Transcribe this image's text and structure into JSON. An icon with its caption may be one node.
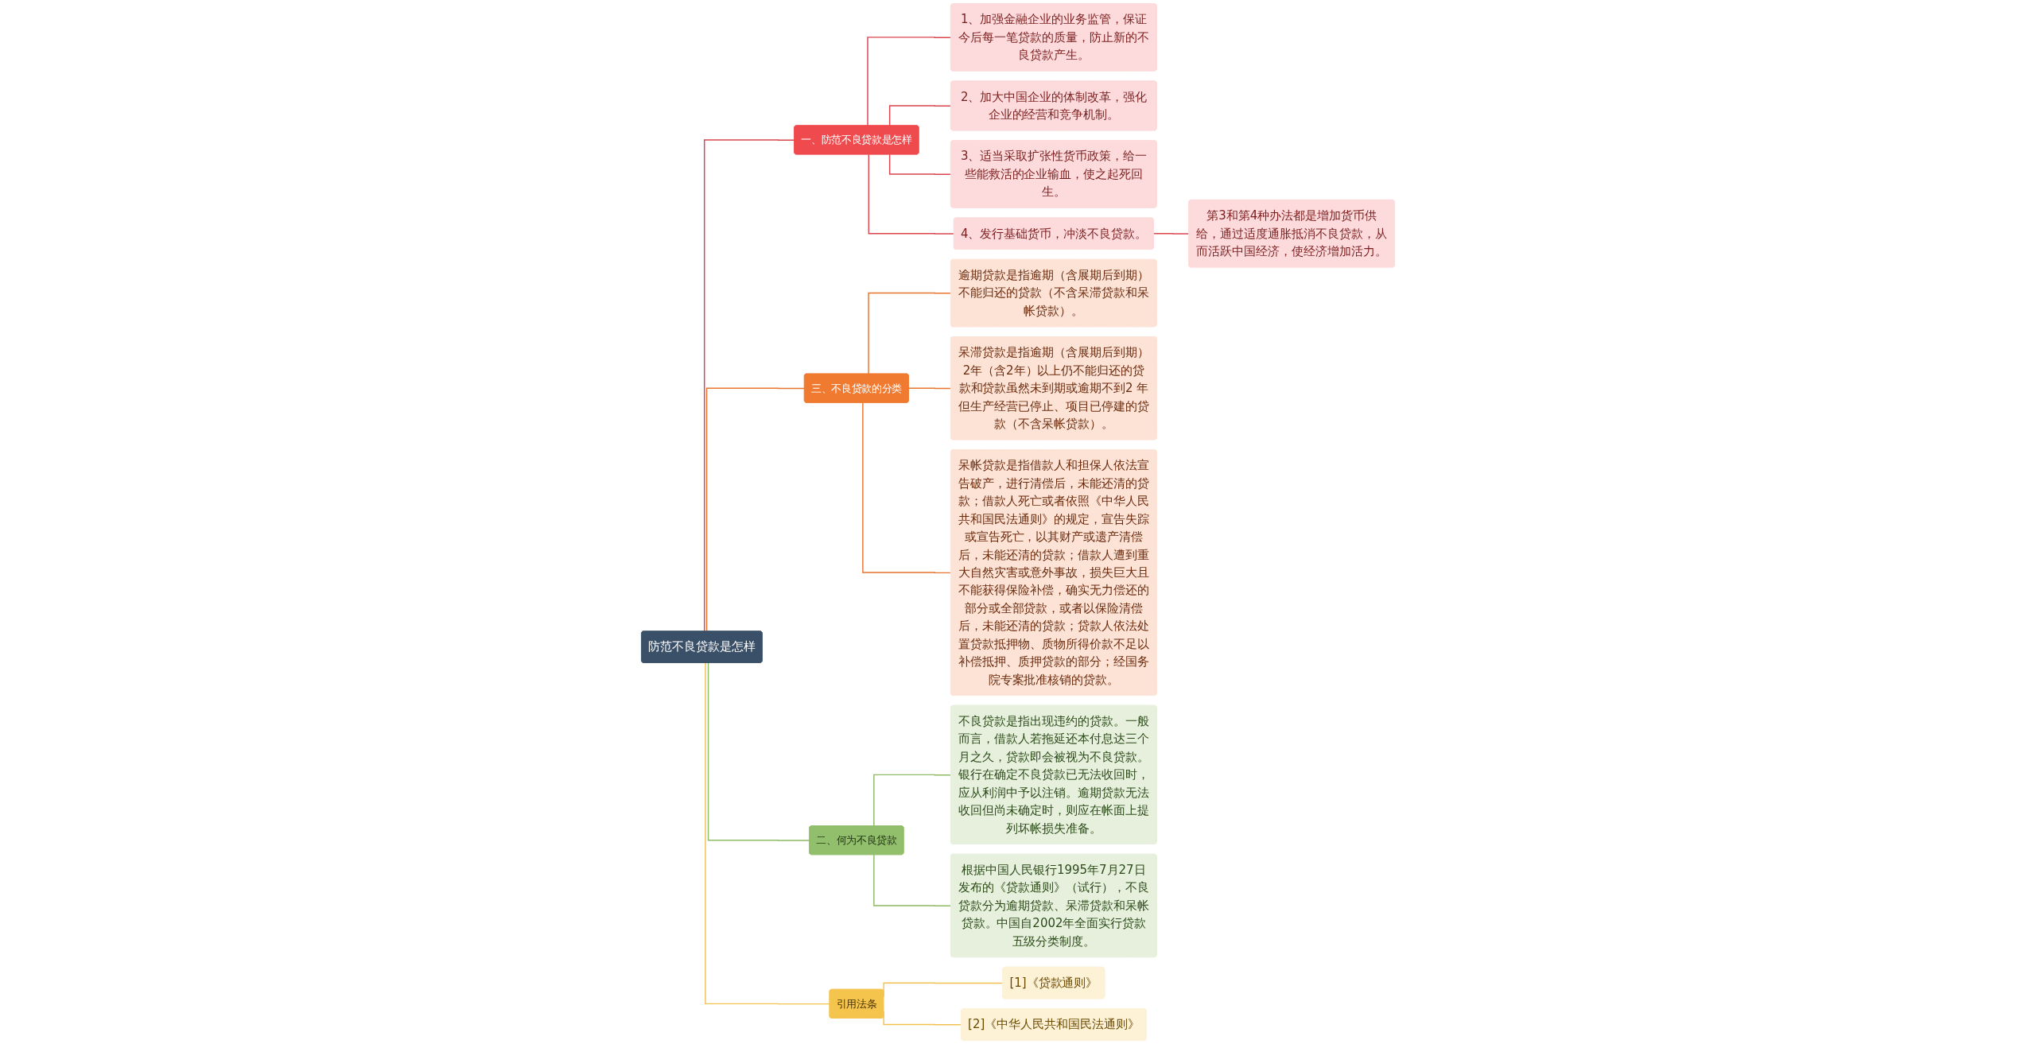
{
  "diagram": {
    "nodes": [
      {
        "text": [
          "防范不良贷款是怎样"
        ]
      },
      {
        "text": [
          "一、防范不良贷款是怎样"
        ]
      },
      {
        "text": [
          "1、加强金融企业的业务监管，保证今后每一笔贷款的质量，防止新的不良贷款产生。"
        ]
      },
      {
        "text": [
          "2、加大中国企业的体制改革，强化企业的经营和竞争机制。"
        ]
      },
      {
        "text": [
          "3、适当采取扩张性货币政策，给一些能救活的企业输血，使之起死回生。"
        ]
      },
      {
        "text": [
          "4、发行基础货币，冲淡不良贷款。"
        ]
      },
      {
        "text": [
          "第3和第4种办法都是增加货币供给，通过适度通胀抵消不良贷款，从而活跃中国经济，使经济增加活力。"
        ]
      },
      {
        "text": [
          "三、不良贷款的分类"
        ]
      },
      {
        "text": [
          "逾期贷款是指逾期（含展期后到期）不能归还的贷款（不含呆滞贷款和呆帐贷款）。"
        ]
      },
      {
        "text": [
          "呆滞贷款是指逾期（含展期后到期）2年（含2年）以上仍不能归还的贷款和贷款虽然未到期或逾期不到2 年但生产经营已停止、项目已停建的贷款（不含呆帐贷款）。"
        ]
      },
      {
        "text": [
          "呆帐贷款是指借款人和担保人依法宣告破产，进行清偿后，未能还清的贷款；借款人死亡或者依照《中华人民共和国民法通则》的规定，宣告失踪或宣告死亡，以其财产或遗产清偿后，未能还清的贷款；借款人遭到重大自然灾害或意外事故，损失巨大且不能获得保险补偿，确实无力偿还的部分或全部贷款，或者以保险清偿后，未能还清的贷款；贷款人依法处置贷款抵押物、质物所得价款不足以补偿抵押、质押贷款的部分；经国务院专案批准核销的贷款。"
        ]
      },
      {
        "text": [
          "二、何为不良贷款"
        ]
      },
      {
        "text": [
          "不良贷款是指出现违约的贷款。一般而言，借款人若拖延还本付息达三个月之久，贷款即会被视为不良贷款。银行在确定不良贷款已无法收回时，应从利润中予以注销。逾期贷款无法收回但尚未确定时，则应在帐面上提列坏帐损失准备。"
        ]
      },
      {
        "text": [
          "根据中国人民银行1995年7月27日发布的《贷款通则》（试行），不良贷款分为逾期贷款、呆滞贷款和呆帐贷款。中国自2002年全面实行贷款五级分类制度。"
        ]
      },
      {
        "text": [
          "引用法条"
        ]
      },
      {
        "text": [
          "[1]《贷款通则》"
        ]
      },
      {
        "text": [
          "[2]《中华人民共和国民法通则》"
        ]
      }
    ],
    "edges": [
      {
        "from": 0,
        "to": 1,
        "arrow": "none"
      },
      {
        "from": 1,
        "to": 2,
        "arrow": "none"
      },
      {
        "from": 1,
        "to": 3,
        "arrow": "none"
      },
      {
        "from": 1,
        "to": 4,
        "arrow": "none"
      },
      {
        "from": 1,
        "to": 5,
        "arrow": "none"
      },
      {
        "from": 5,
        "to": 6,
        "arrow": "none"
      },
      {
        "from": 0,
        "to": 7,
        "arrow": "none",
        "color": "#e8742e"
      },
      {
        "from": 7,
        "to": 8,
        "arrow": "none",
        "color": "#e8742e"
      },
      {
        "from": 7,
        "to": 9,
        "arrow": "none",
        "color": "#e8742e"
      },
      {
        "from": 7,
        "to": 10,
        "arrow": "none",
        "color": "#e8742e"
      },
      {
        "from": 0,
        "to": 11,
        "arrow": "none",
        "color": "#8dbb63"
      },
      {
        "from": 11,
        "to": 12,
        "arrow": "none",
        "color": "#8dbb63"
      },
      {
        "from": 11,
        "to": 13,
        "arrow": "none",
        "color": "#8dbb63"
      },
      {
        "from": 0,
        "to": 14,
        "arrow": "none",
        "color": "#f2c14e"
      },
      {
        "from": 14,
        "to": 15,
        "arrow": "none",
        "color": "#f2c14e"
      },
      {
        "from": 14,
        "to": 16,
        "arrow": "none",
        "color": "#f2c14e"
      }
    ]
  }
}
